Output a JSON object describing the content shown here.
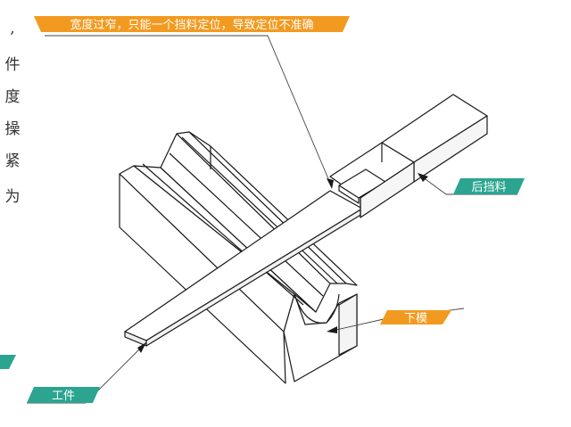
{
  "side_text": [
    ",",
    "件",
    "度",
    "操",
    "紧",
    "为"
  ],
  "callouts": {
    "top_note": "宽度过窄，只能一个挡料定位，导致定位不准确",
    "back_stop": "后挡料",
    "lower_die": "下模",
    "workpiece": "工件"
  },
  "colors": {
    "orange": "#F29A1F",
    "teal": "#2BA58F",
    "line": "#1a1a1a",
    "leader": "#444444"
  }
}
